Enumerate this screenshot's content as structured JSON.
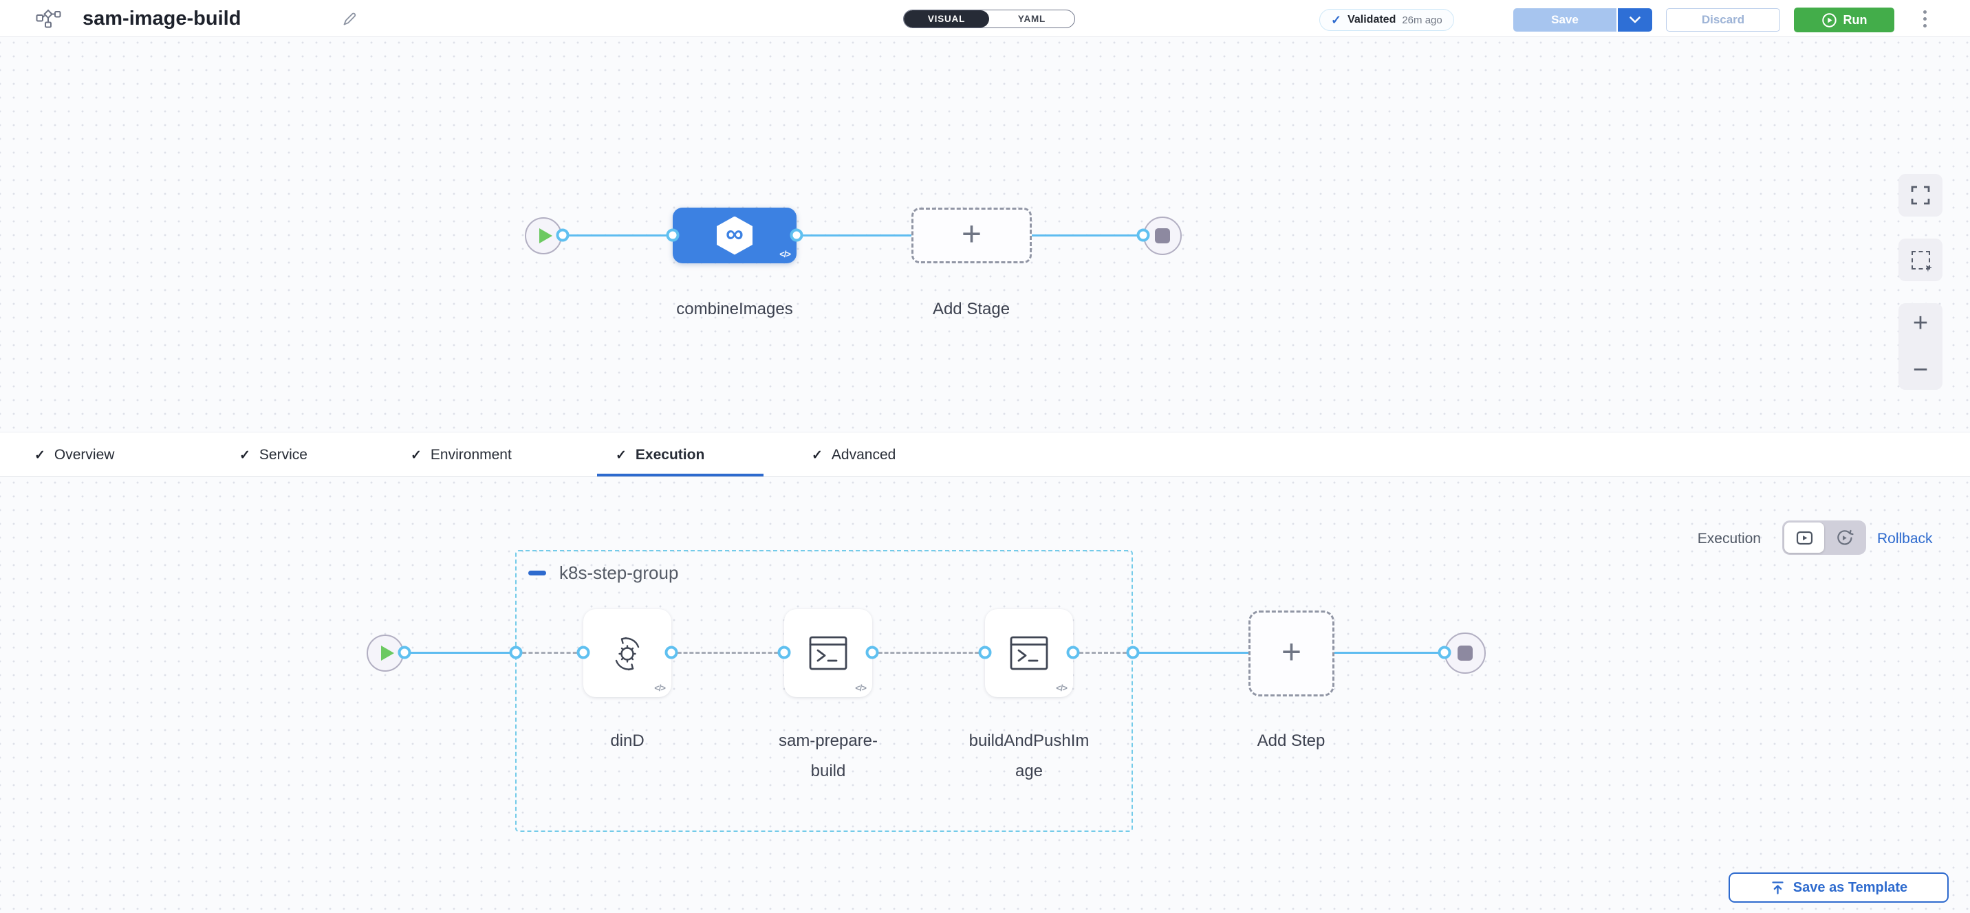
{
  "icons": {
    "check": "✓",
    "plus": "+",
    "infinity": "∞",
    "code_badge": "</>"
  },
  "header": {
    "title": "sam-image-build",
    "mode_visual": "VISUAL",
    "mode_yaml": "YAML",
    "validated_label": "Validated",
    "validated_time": "26m ago",
    "save_label": "Save",
    "discard_label": "Discard",
    "run_label": "Run"
  },
  "pipeline": {
    "stage_name": "combineImages",
    "add_stage_label": "Add Stage"
  },
  "tabs": {
    "items": [
      {
        "label": "Overview"
      },
      {
        "label": "Service"
      },
      {
        "label": "Environment"
      },
      {
        "label": "Execution"
      },
      {
        "label": "Advanced"
      }
    ],
    "selected": "Execution",
    "save_as_template_label": "Save as Template"
  },
  "execution": {
    "mode_label": "Execution",
    "rollback_label": "Rollback",
    "group_name": "k8s-step-group",
    "steps": [
      {
        "name": "dinD",
        "line1": "dinD",
        "line2": ""
      },
      {
        "name": "sam-prepare-build",
        "line1": "sam-prepare-",
        "line2": "build"
      },
      {
        "name": "buildAndPushImage",
        "line1": "buildAndPushIm",
        "line2": "age"
      }
    ],
    "add_step_label": "Add Step"
  },
  "colors": {
    "accent_blue": "#2d6ace",
    "stage_blue": "#3c81e2",
    "run_green": "#43ad4a",
    "connector_blue": "#5fc0f0",
    "line_blue": "#5ebcf0",
    "group_border_blue": "#74cbe9",
    "header_dark": "#262b36"
  }
}
